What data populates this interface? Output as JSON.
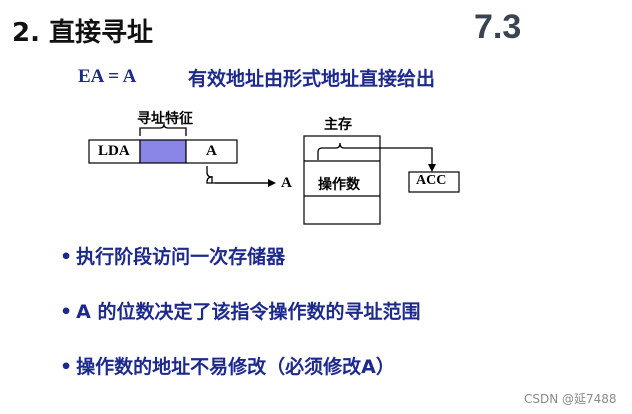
{
  "header": {
    "title": "2. 直接寻址",
    "section_number": "7.3"
  },
  "formula": {
    "expression": "EA = A",
    "description": "有效地址由形式地址直接给出"
  },
  "diagram": {
    "addressing_feature_label": "寻址特征",
    "instruction_opcode": "LDA",
    "instruction_address": "A",
    "address_arrow_label": "A",
    "main_memory_label": "主存",
    "operand_label": "操作数",
    "accumulator_label": "ACC",
    "colors": {
      "feature_field": "#8a86e8",
      "text_blue": "#1d2a8c"
    }
  },
  "bullets": [
    "执行阶段访问一次存储器",
    "A 的位数决定了该指令操作数的寻址范围",
    "操作数的地址不易修改（必须修改A）"
  ],
  "watermark": "CSDN @延7488"
}
